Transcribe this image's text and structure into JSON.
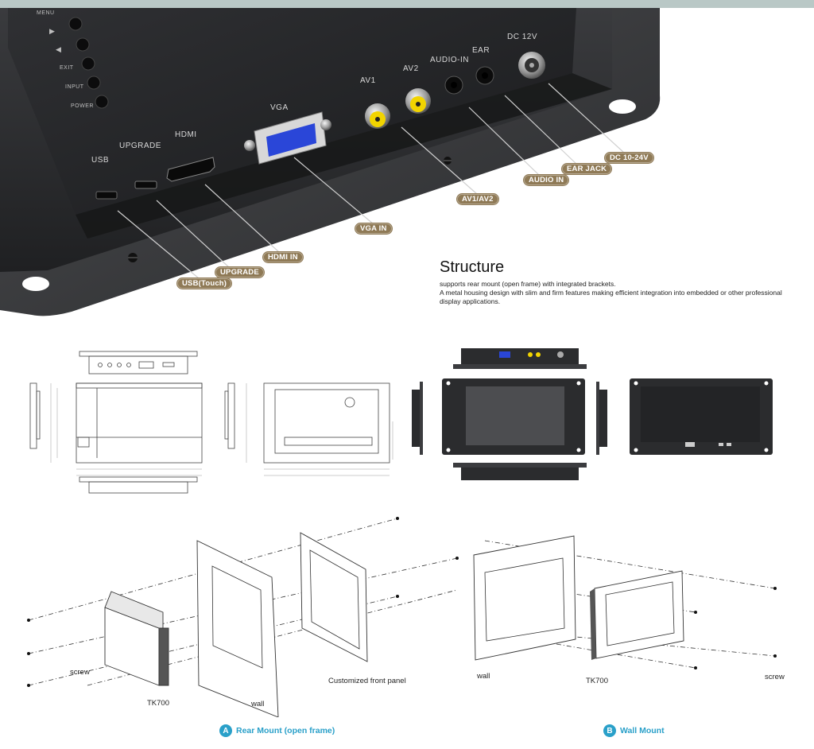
{
  "photo": {
    "buttons": [
      "MENU",
      "▶",
      "◀",
      "EXIT",
      "INPUT",
      "POWER"
    ],
    "ports": {
      "usb": "USB",
      "upgrade": "UPGRADE",
      "hdmi": "HDMI",
      "vga": "VGA",
      "av1": "AV1",
      "av2": "AV2",
      "audio_in": "AUDIO-IN",
      "ear": "EAR",
      "dc": "DC 12V"
    },
    "callouts": {
      "usb_touch": "USB(Touch)",
      "upgrade": "UPGRADE",
      "hdmi_in": "HDMI IN",
      "vga_in": "VGA IN",
      "av1_av2": "AV1/AV2",
      "audio_in": "AUDIO IN",
      "ear_jack": "EAR JACK",
      "dc": "DC 10-24V"
    }
  },
  "structure": {
    "title": "Structure",
    "lines": [
      "supports rear mount (open frame) with integrated brackets.",
      "A metal housing design with slim and firm features making efficient integration into embedded or other professional display applications."
    ]
  },
  "mounting": {
    "rear": {
      "badge": "A",
      "title": "Rear Mount (open frame)",
      "labels": {
        "screw": "screw",
        "model": "TK700",
        "wall": "wall",
        "front_panel": "Customized front panel"
      }
    },
    "wall": {
      "badge": "B",
      "title": "Wall Mount",
      "labels": {
        "wall": "wall",
        "model": "TK700",
        "screw": "screw"
      }
    }
  },
  "colors": {
    "callout_bg": "#8f7a56",
    "accent_blue": "#2aa0c9",
    "metal_dark": "#2b2c2e",
    "rca_yellow": "#f2d400",
    "vga_blue": "#2a46d8"
  }
}
